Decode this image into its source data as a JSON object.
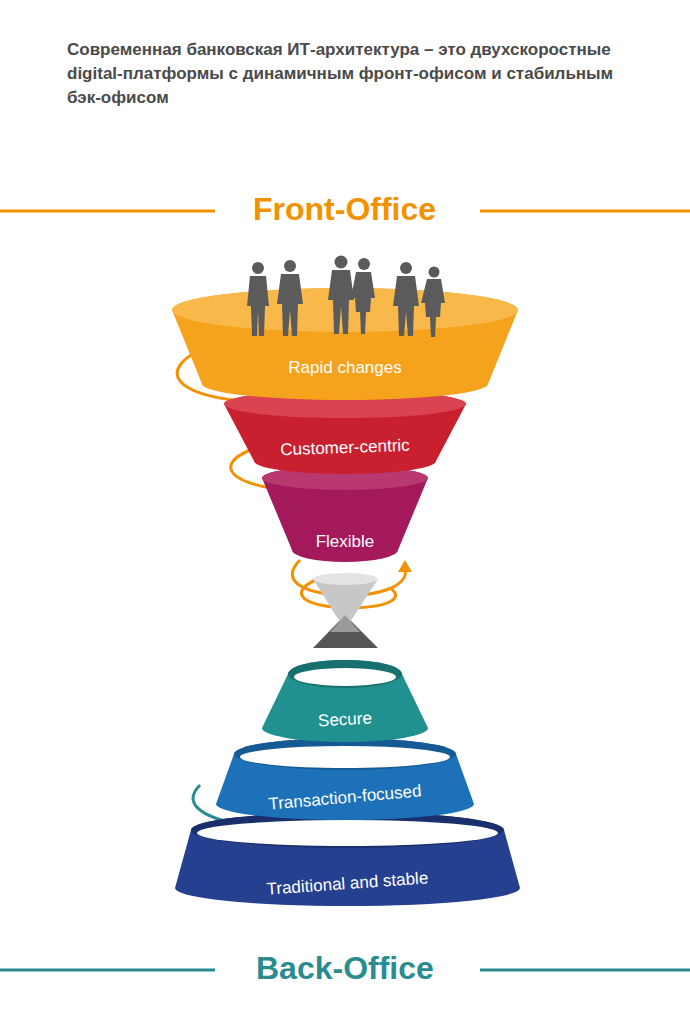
{
  "diagram": {
    "title": "Современная банковская ИТ-архитектура – это двухскоростные digital-платформы с динамичным фронт-офисом и стабильным бэк-офисом",
    "nodes": [
      {
        "text": [
          "Rapid changes"
        ]
      },
      {
        "text": [
          "Customer-centric"
        ]
      },
      {
        "text": [
          "Flexible"
        ]
      },
      {
        "text": [
          "Secure"
        ]
      },
      {
        "text": [
          "Transaction-focused"
        ]
      },
      {
        "text": [
          "Traditional and stable"
        ]
      }
    ],
    "labels": [
      "Front-Office",
      "Back-Office"
    ]
  }
}
